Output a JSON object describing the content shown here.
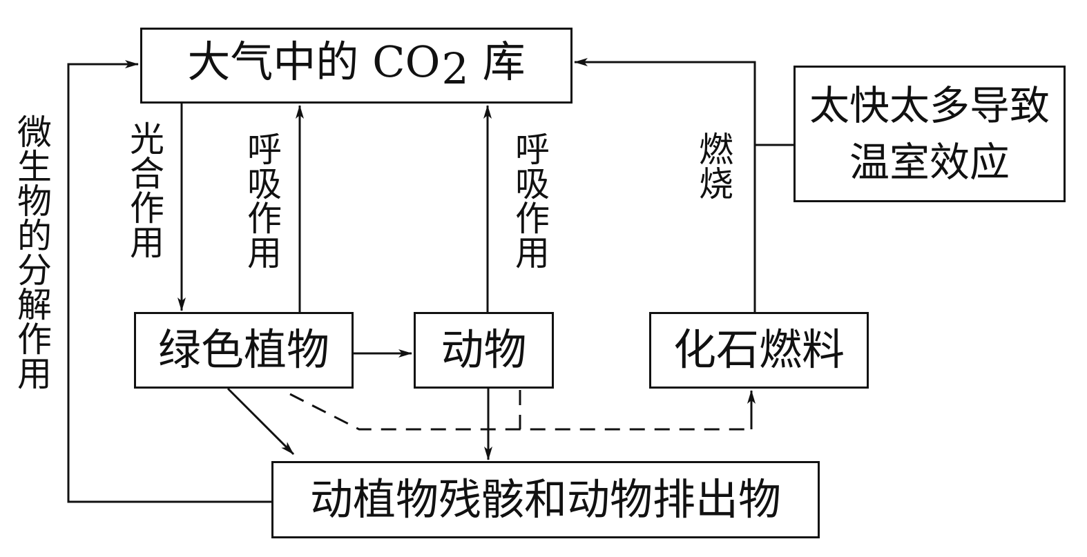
{
  "boxes": {
    "atmosphere": {
      "text_before": "大气中的 CO",
      "subscript": "2",
      "text_after": " 库"
    },
    "plants": "绿色植物",
    "animals": "动物",
    "fossil_fuels": "化石燃料",
    "remains": "动植物残骸和动物排出物",
    "greenhouse": "太快太多导致温室效应"
  },
  "labels": {
    "photosynthesis": "光合作用",
    "plant_respiration": "呼吸作用",
    "animal_respiration": "呼吸作用",
    "combustion": "燃烧",
    "decomposition": "微生物的分解作用"
  }
}
